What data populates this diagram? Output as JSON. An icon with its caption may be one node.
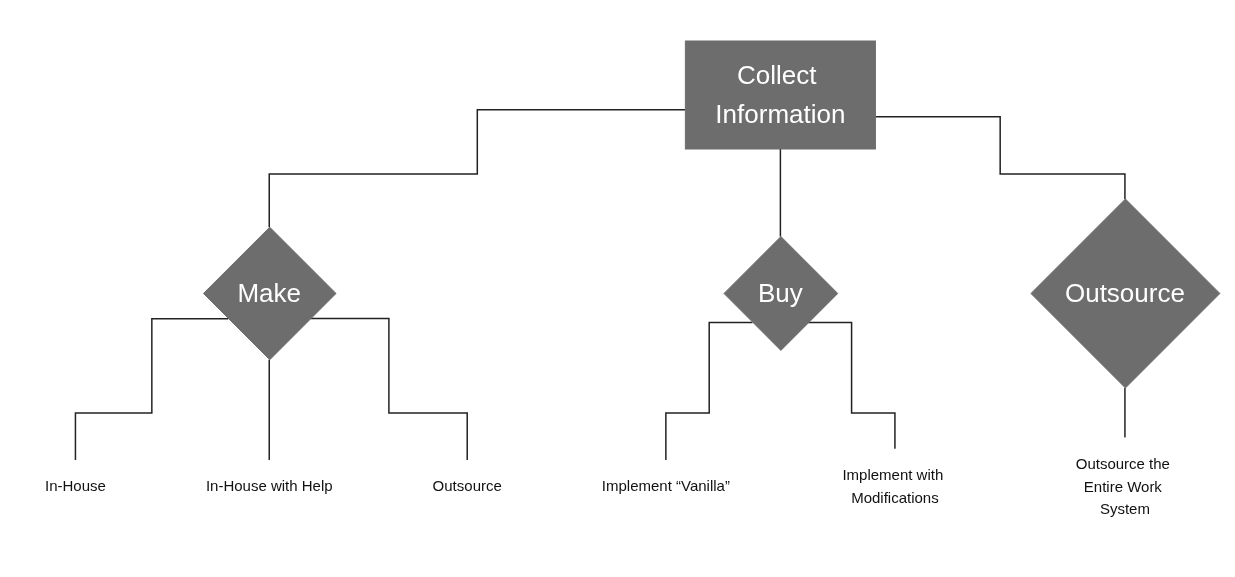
{
  "diagram": {
    "nodes": [
      {
        "text": [
          "Collect Information"
        ]
      },
      {
        "text": [
          "Make"
        ]
      },
      {
        "text": [
          "Buy"
        ]
      },
      {
        "text": [
          "Outsource"
        ]
      },
      {
        "text": [
          "In-House"
        ]
      },
      {
        "text": [
          "In-House with Help"
        ]
      },
      {
        "text": [
          "Outsource"
        ]
      },
      {
        "text": [
          "Implement “Vanilla”"
        ]
      },
      {
        "text": [
          "Implement with Modifications"
        ]
      },
      {
        "text": [
          "Outsource the Entire Work System"
        ]
      }
    ],
    "edges": [
      {
        "from": 0,
        "to": 1,
        "arrow": "none"
      },
      {
        "from": 0,
        "to": 2,
        "arrow": "none"
      },
      {
        "from": 0,
        "to": 3,
        "arrow": "none"
      },
      {
        "from": 1,
        "to": 4,
        "arrow": "none"
      },
      {
        "from": 1,
        "to": 5,
        "arrow": "none"
      },
      {
        "from": 1,
        "to": 6,
        "arrow": "none"
      },
      {
        "from": 2,
        "to": 7,
        "arrow": "none"
      },
      {
        "from": 2,
        "to": 8,
        "arrow": "none"
      },
      {
        "from": 3,
        "to": 9,
        "arrow": "none"
      }
    ]
  }
}
